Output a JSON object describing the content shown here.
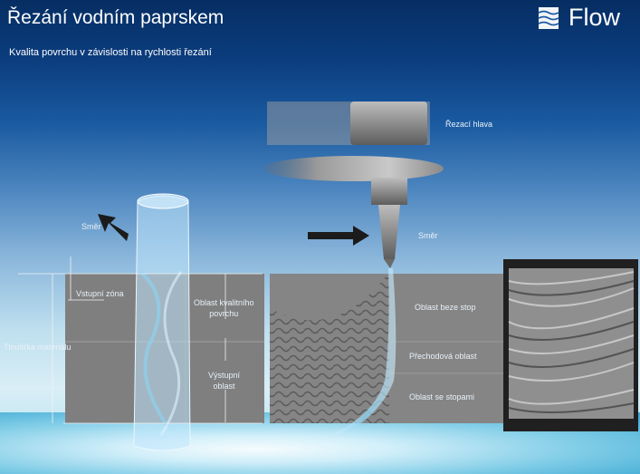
{
  "title": "Řezání vodním paprskem",
  "subtitle": "Kvalita povrchu v závislosti na rychlosti řezání",
  "logo": {
    "text": "Flow",
    "icon": "flow-waves-icon"
  },
  "labels": {
    "smer_left": "Směr",
    "smer_right": "Směr",
    "rezaci_hlava": "Řezací hlava",
    "tloustka": "Tloušťka materiálu",
    "vstupni_zona": "Vstupní zóna",
    "oblast_kvalitniho": "Oblast kvalitního\npovrchu",
    "vystupni_oblast": "Výstupní\noblast",
    "oblast_beze_stop": "Oblast beze stop",
    "prechodova_oblast": "Přechodová oblast",
    "oblast_se_stopami": "Oblast se stopami"
  },
  "colors": {
    "background_top": "#062e63",
    "panel": "#7a7a7a",
    "water": "#7ccbe6"
  }
}
